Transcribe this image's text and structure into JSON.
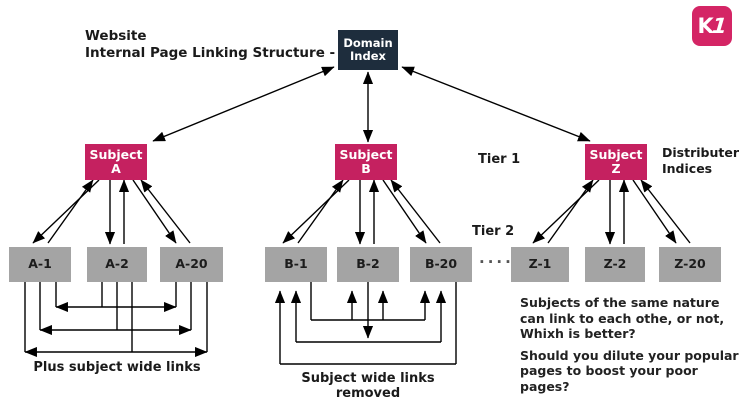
{
  "title": {
    "line1": "Website",
    "line2": "Internal Page Linking Structure -"
  },
  "logo": {
    "glyph1": "K",
    "glyph2": "1"
  },
  "domain_index": {
    "label": "Domain Index"
  },
  "tiers": {
    "tier1": "Tier 1",
    "tier2": "Tier 2"
  },
  "distributer": {
    "line1": "Distributer",
    "line2": "Indices"
  },
  "subjects": [
    {
      "label": "Subject A",
      "children": [
        "A-1",
        "A-2",
        "A-20"
      ],
      "caption": "Plus subject wide links"
    },
    {
      "label": "Subject B",
      "children": [
        "B-1",
        "B-2",
        "B-20"
      ],
      "caption": "Subject wide links removed"
    },
    {
      "label": "Subject Z",
      "children": [
        "Z-1",
        "Z-2",
        "Z-20"
      ]
    }
  ],
  "ellipsis": "····",
  "notes": {
    "para1": {
      "l1": "Subjects of the same nature",
      "l2": "can link to each othe, or not,",
      "l3": "Whixh is better?"
    },
    "para2": {
      "l1": "Should you dilute your popular",
      "l2": "pages to boost your poor pages?"
    }
  },
  "colors": {
    "accent_pink": "#c52160",
    "navy": "#1e2d3d",
    "node_gray": "#a4a4a4",
    "arrow_black": "#000000"
  }
}
